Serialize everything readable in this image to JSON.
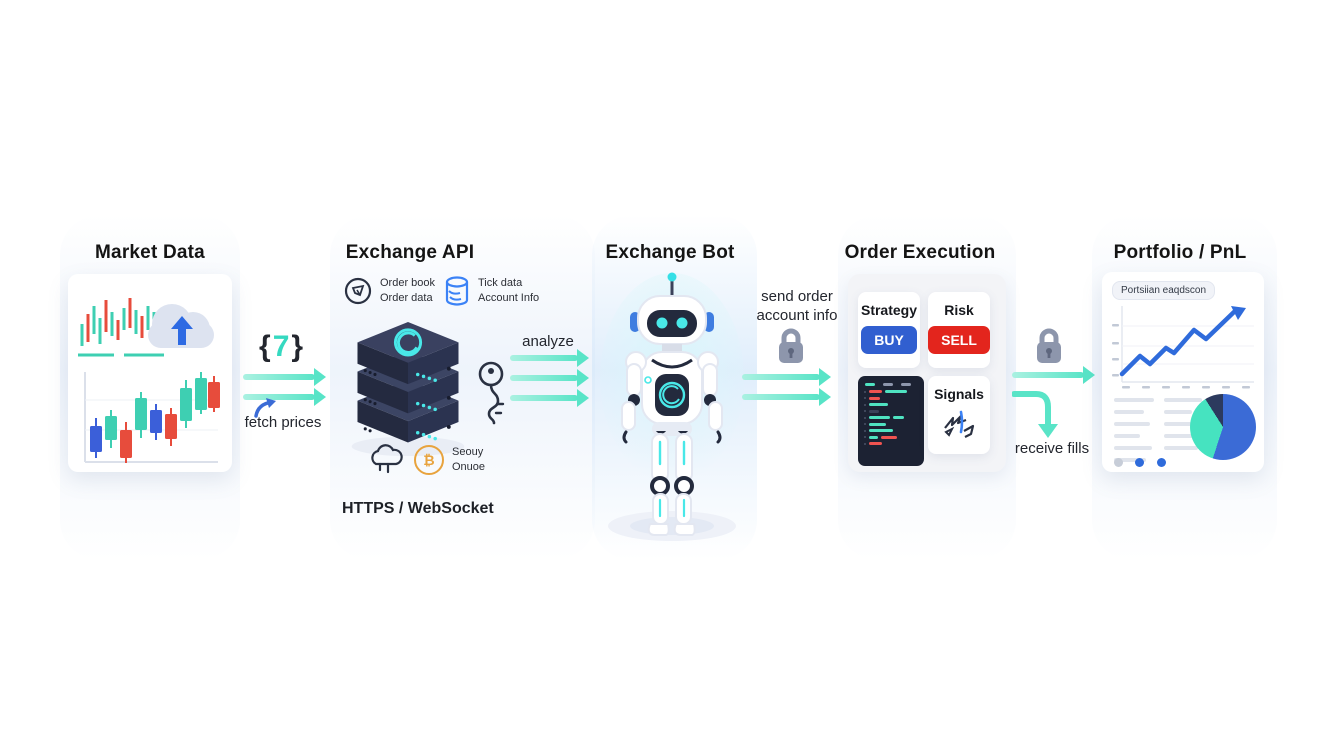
{
  "colors": {
    "teal_arrow": "#59e4c7",
    "buy_blue": "#315fd0",
    "sell_red": "#e3251d",
    "chart_blue": "#2f6bdb",
    "navy": "#252b42",
    "lock_gray": "#8d96ac"
  },
  "sections": {
    "market_data": {
      "title": "Market Data"
    },
    "exchange_api": {
      "title": "Exchange API",
      "feature1_line1": "Order book",
      "feature1_line2": "Order data",
      "feature2_line1": "Tick data",
      "feature2_line2": "Account Info",
      "secure_line1": "Seouy",
      "secure_line2": "Onuoe",
      "secure_icon_glyph": "₿",
      "protocol": "HTTPS / WebSocket"
    },
    "exchange_bot": {
      "title": "Exchange Bot"
    },
    "order_execution": {
      "title": "Order Execution",
      "strategy_label": "Strategy",
      "buy_label": "BUY",
      "risk_label": "Risk",
      "sell_label": "SELL",
      "signals_label": "Signals"
    },
    "portfolio": {
      "title": "Portfolio / PnL",
      "chart_label": "Portsiian eaqdscon"
    }
  },
  "connectors": {
    "fetch": {
      "glyph_open": "{",
      "glyph_mid": "7",
      "glyph_close": "}",
      "label": "fetch prices"
    },
    "analyze": {
      "label": "analyze"
    },
    "send_order": {
      "line1": "send order",
      "line2": "account info"
    },
    "receive": {
      "label": "receive fills"
    }
  }
}
